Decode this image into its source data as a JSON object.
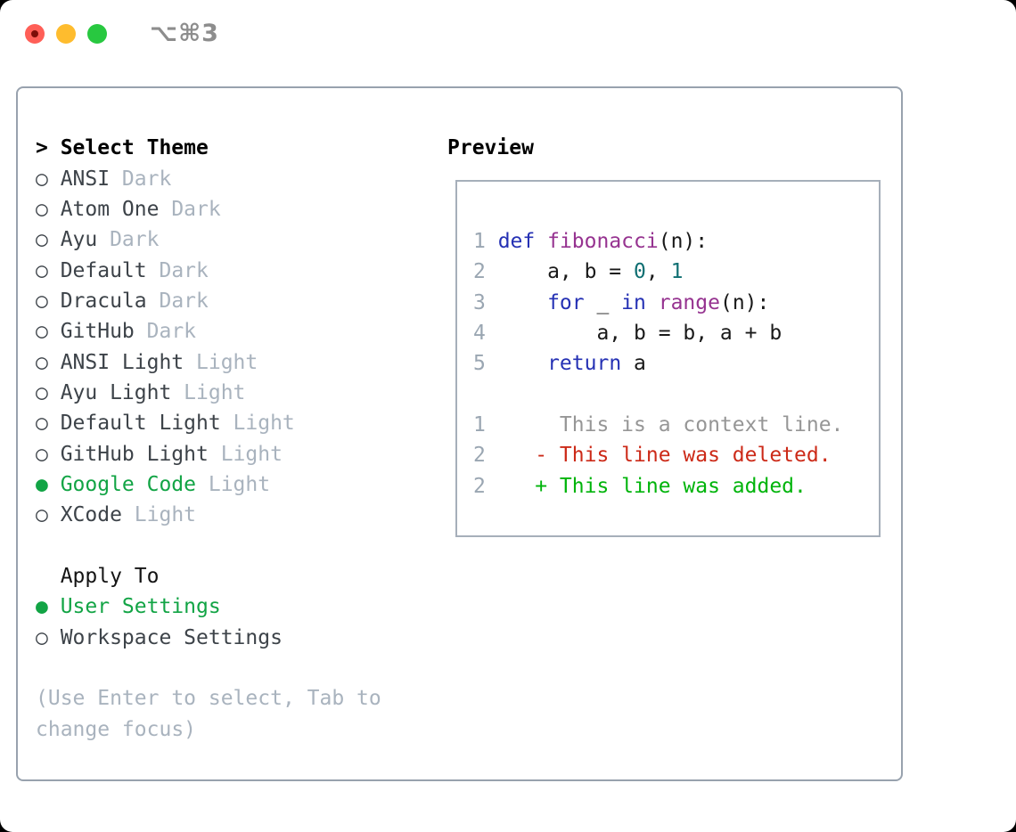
{
  "window": {
    "shortcut": "⌥⌘3",
    "traffic_lights": [
      "close",
      "minimize",
      "zoom"
    ]
  },
  "colors": {
    "selection_green": "#12a445",
    "diff_added_green": "#00b40b",
    "diff_deleted_red": "#cc2a18",
    "diff_context_gray": "#969696",
    "keyword_blue": "#2531b4",
    "function_purple": "#963390",
    "number_teal": "#0f6f72",
    "muted_gray": "#a9b3be",
    "panel_border": "#98a2ae",
    "traffic_red": "#ff5f57",
    "traffic_yellow": "#febc2e",
    "traffic_green": "#28c840"
  },
  "theme_picker": {
    "header": {
      "cursor": ">",
      "label": "Select Theme"
    },
    "items": [
      {
        "bullet": "○",
        "name": "ANSI",
        "variant": "Dark",
        "selected": false
      },
      {
        "bullet": "○",
        "name": "Atom One",
        "variant": "Dark",
        "selected": false
      },
      {
        "bullet": "○",
        "name": "Ayu",
        "variant": "Dark",
        "selected": false
      },
      {
        "bullet": "○",
        "name": "Default",
        "variant": "Dark",
        "selected": false
      },
      {
        "bullet": "○",
        "name": "Dracula",
        "variant": "Dark",
        "selected": false
      },
      {
        "bullet": "○",
        "name": "GitHub",
        "variant": "Dark",
        "selected": false
      },
      {
        "bullet": "○",
        "name": "ANSI Light",
        "variant": "Light",
        "selected": false
      },
      {
        "bullet": "○",
        "name": "Ayu Light",
        "variant": "Light",
        "selected": false
      },
      {
        "bullet": "○",
        "name": "Default Light",
        "variant": "Light",
        "selected": false
      },
      {
        "bullet": "○",
        "name": "GitHub Light",
        "variant": "Light",
        "selected": false
      },
      {
        "bullet": "●",
        "name": "Google Code",
        "variant": "Light",
        "selected": true
      },
      {
        "bullet": "○",
        "name": "XCode",
        "variant": "Light",
        "selected": false
      }
    ],
    "apply_to": {
      "label": "Apply To",
      "options": [
        {
          "bullet": "●",
          "label": "User Settings",
          "selected": true
        },
        {
          "bullet": "○",
          "label": "Workspace Settings",
          "selected": false
        }
      ]
    },
    "help_line1": "(Use Enter to select, Tab to",
    "help_line2": "change focus)"
  },
  "preview": {
    "label": "Preview",
    "code_lines": [
      {
        "num": "1",
        "seg": [
          "def",
          " ",
          "fibonacci",
          "(n):"
        ]
      },
      {
        "num": "2",
        "seg": [
          "    a, b = ",
          "0",
          ", ",
          "1"
        ]
      },
      {
        "num": "3",
        "seg": [
          "    ",
          "for",
          " _ ",
          "in",
          " ",
          "range",
          "(n):"
        ]
      },
      {
        "num": "4",
        "seg": [
          "        a, b = b, a + b"
        ]
      },
      {
        "num": "5",
        "seg": [
          "    ",
          "return",
          " a"
        ]
      }
    ],
    "diff_lines": [
      {
        "num": "1",
        "kind": "context",
        "text": "     This is a context line."
      },
      {
        "num": "2",
        "kind": "deleted",
        "text": "   - This line was deleted."
      },
      {
        "num": "2",
        "kind": "added",
        "text": "   + This line was added."
      }
    ]
  }
}
